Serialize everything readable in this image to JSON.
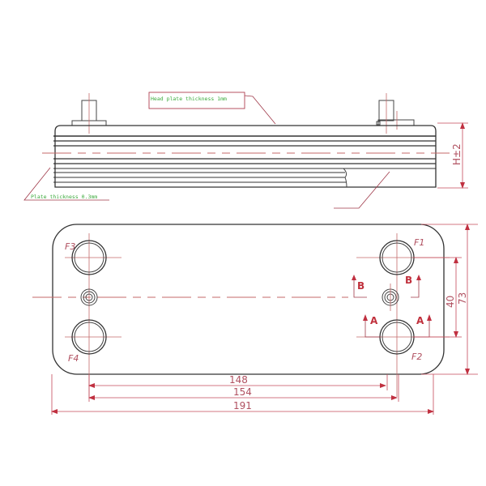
{
  "drawing": {
    "title": "Brazed plate heat exchanger drawing",
    "colors": {
      "outline": "#333333",
      "dimension": "#c44a5a",
      "note_text": "#3caa3c",
      "section_marker": "#c0303c"
    }
  },
  "side_view": {
    "head_plate_note": "Head plate thickness 1mm",
    "plate_note": "Plate thickness 0.3mm",
    "height_dim": "H±2"
  },
  "front_view": {
    "ports": [
      {
        "id": "F1",
        "label": "F1"
      },
      {
        "id": "F2",
        "label": "F2"
      },
      {
        "id": "F3",
        "label": "F3"
      },
      {
        "id": "F4",
        "label": "F4"
      }
    ],
    "section_markers": {
      "left_b": "B",
      "right_b": "B",
      "left_a": "A",
      "right_a": "A"
    },
    "dimensions": {
      "port_spacing_horizontal_inner": "148",
      "port_spacing_horizontal_outer": "154",
      "overall_length": "191",
      "port_spacing_vertical": "40",
      "overall_width": "73"
    }
  }
}
